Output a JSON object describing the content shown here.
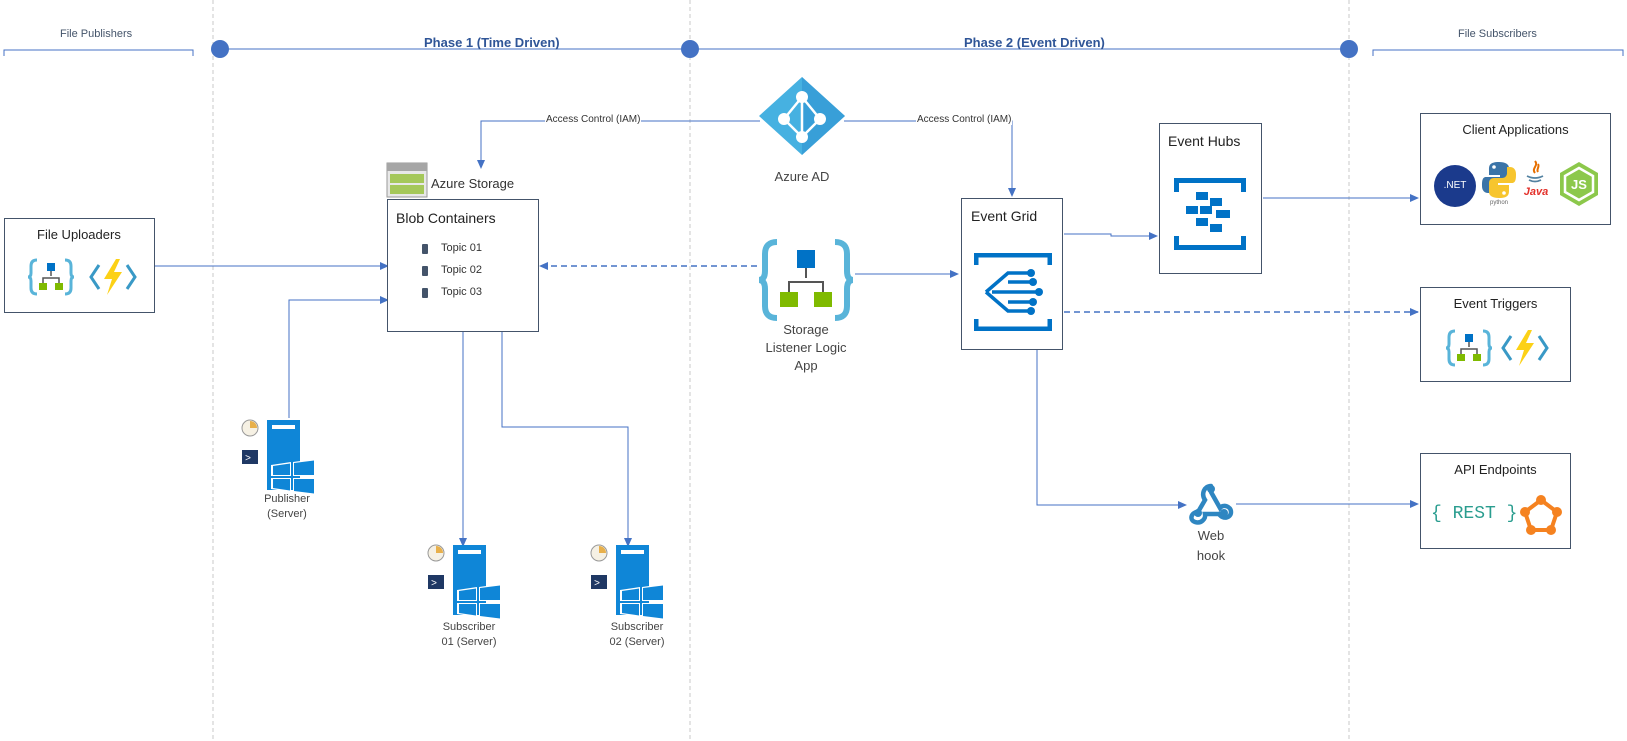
{
  "header": {
    "file_publishers": "File Publishers",
    "phase1": "Phase 1 (Time Driven)",
    "phase2": "Phase 2 (Event Driven)",
    "file_subscribers": "File Subscribers"
  },
  "labels": {
    "iam_left": "Access Control (IAM)",
    "iam_right": "Access Control (IAM)"
  },
  "azure_ad": {
    "label": "Azure AD"
  },
  "azure_storage": {
    "label": "Azure Storage"
  },
  "blob": {
    "title": "Blob Containers",
    "topics": [
      "Topic 01",
      "Topic 02",
      "Topic 03"
    ]
  },
  "file_uploaders": {
    "title": "File Uploaders"
  },
  "logic_app": {
    "line1": "Storage",
    "line2": "Listener Logic",
    "line3": "App"
  },
  "event_grid": {
    "title": "Event Grid"
  },
  "event_hubs": {
    "title": "Event Hubs"
  },
  "client_apps": {
    "title": "Client Applications",
    "net": ".NET",
    "java": "Java",
    "python": "python",
    "node": "JS"
  },
  "event_triggers": {
    "title": "Event Triggers"
  },
  "api_endpoints": {
    "title": "API Endpoints",
    "rest": "{ REST }"
  },
  "webhook": {
    "line1": "Web",
    "line2": "hook"
  },
  "servers": {
    "publisher": {
      "line1": "Publisher",
      "line2": "(Server)"
    },
    "subscriber1": {
      "line1": "Subscriber",
      "line2": "01 (Server)"
    },
    "subscriber2": {
      "line1": "Subscriber",
      "line2": "02 (Server)"
    }
  },
  "colors": {
    "line": "#4472c4",
    "phase_dot": "#4472c4",
    "box_border": "#44546a"
  }
}
